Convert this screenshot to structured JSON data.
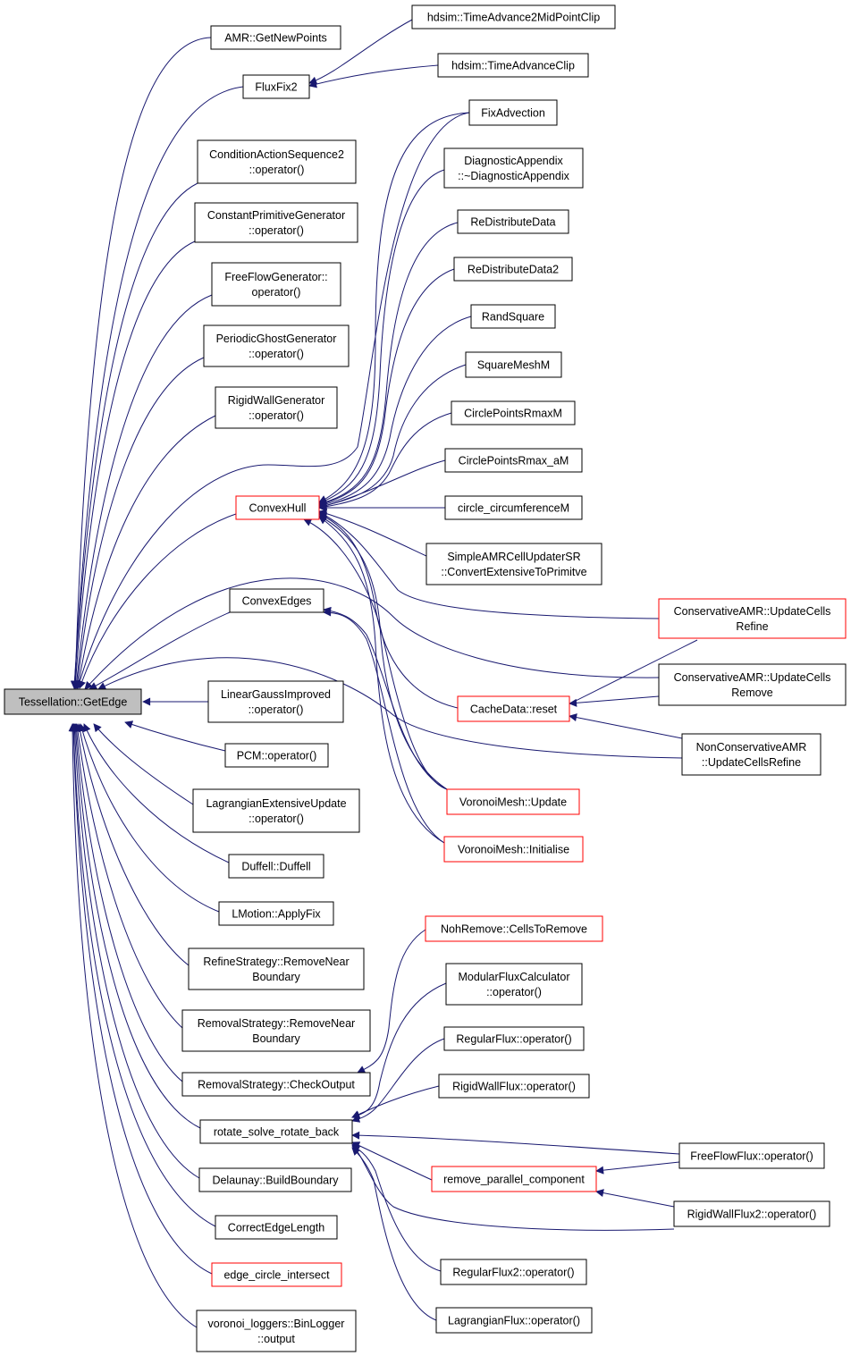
{
  "diagram": {
    "root": {
      "id": "getedge",
      "lines": [
        "Tessellation::GetEdge"
      ]
    },
    "nodes": [
      {
        "id": "getnewpoints",
        "lines": [
          "AMR::GetNewPoints"
        ]
      },
      {
        "id": "fluxfix2",
        "lines": [
          "FluxFix2"
        ]
      },
      {
        "id": "midpointclip",
        "lines": [
          "hdsim::TimeAdvance2MidPointClip"
        ]
      },
      {
        "id": "timeadvclip",
        "lines": [
          "hdsim::TimeAdvanceClip"
        ]
      },
      {
        "id": "condaction",
        "lines": [
          "ConditionActionSequence2",
          "::operator()"
        ]
      },
      {
        "id": "constprim",
        "lines": [
          "ConstantPrimitiveGenerator",
          "::operator()"
        ]
      },
      {
        "id": "freeflowgen",
        "lines": [
          "FreeFlowGenerator::",
          "operator()"
        ]
      },
      {
        "id": "periodicghost",
        "lines": [
          "PeriodicGhostGenerator",
          "::operator()"
        ]
      },
      {
        "id": "rigidwallgen",
        "lines": [
          "RigidWallGenerator",
          "::operator()"
        ]
      },
      {
        "id": "convexhull",
        "lines": [
          "ConvexHull"
        ],
        "incomplete": true
      },
      {
        "id": "convexedges",
        "lines": [
          "ConvexEdges"
        ]
      },
      {
        "id": "lineargauss",
        "lines": [
          "LinearGaussImproved",
          "::operator()"
        ]
      },
      {
        "id": "pcm",
        "lines": [
          "PCM::operator()"
        ]
      },
      {
        "id": "lagext",
        "lines": [
          "LagrangianExtensiveUpdate",
          "::operator()"
        ]
      },
      {
        "id": "duffell",
        "lines": [
          "Duffell::Duffell"
        ]
      },
      {
        "id": "lmotion",
        "lines": [
          "LMotion::ApplyFix"
        ]
      },
      {
        "id": "refinestrat",
        "lines": [
          "RefineStrategy::RemoveNear",
          "Boundary"
        ]
      },
      {
        "id": "removalnear",
        "lines": [
          "RemovalStrategy::RemoveNear",
          "Boundary"
        ]
      },
      {
        "id": "checkoutput",
        "lines": [
          "RemovalStrategy::CheckOutput"
        ]
      },
      {
        "id": "rotate",
        "lines": [
          "rotate_solve_rotate_back"
        ]
      },
      {
        "id": "delaunay",
        "lines": [
          "Delaunay::BuildBoundary"
        ]
      },
      {
        "id": "correctedge",
        "lines": [
          "CorrectEdgeLength"
        ]
      },
      {
        "id": "edgecircle",
        "lines": [
          "edge_circle_intersect"
        ],
        "incomplete": true
      },
      {
        "id": "binlogger",
        "lines": [
          "voronoi_loggers::BinLogger",
          "::output"
        ]
      },
      {
        "id": "fixadvection",
        "lines": [
          "FixAdvection"
        ]
      },
      {
        "id": "diagnostic",
        "lines": [
          "DiagnosticAppendix",
          "::~DiagnosticAppendix"
        ]
      },
      {
        "id": "redistribute",
        "lines": [
          "ReDistributeData"
        ]
      },
      {
        "id": "redistribute2",
        "lines": [
          "ReDistributeData2"
        ]
      },
      {
        "id": "randsquare",
        "lines": [
          "RandSquare"
        ]
      },
      {
        "id": "squaremesh",
        "lines": [
          "SquareMeshM"
        ]
      },
      {
        "id": "circlermax",
        "lines": [
          "CirclePointsRmaxM"
        ]
      },
      {
        "id": "circlermaxa",
        "lines": [
          "CirclePointsRmax_aM"
        ]
      },
      {
        "id": "circlecirc",
        "lines": [
          "circle_circumferenceM"
        ]
      },
      {
        "id": "simpleamr",
        "lines": [
          "SimpleAMRCellUpdaterSR",
          "::ConvertExtensiveToPrimitve"
        ]
      },
      {
        "id": "consrefine",
        "lines": [
          "ConservativeAMR::UpdateCells",
          "Refine"
        ],
        "incomplete": true
      },
      {
        "id": "consremove",
        "lines": [
          "ConservativeAMR::UpdateCells",
          "Remove"
        ]
      },
      {
        "id": "cachereset",
        "lines": [
          "CacheData::reset"
        ],
        "incomplete": true
      },
      {
        "id": "nonconsrefine",
        "lines": [
          "NonConservativeAMR",
          "::UpdateCellsRefine"
        ]
      },
      {
        "id": "voronoiupdate",
        "lines": [
          "VoronoiMesh::Update"
        ],
        "incomplete": true
      },
      {
        "id": "voronoiinit",
        "lines": [
          "VoronoiMesh::Initialise"
        ],
        "incomplete": true
      },
      {
        "id": "nohremove",
        "lines": [
          "NohRemove::CellsToRemove"
        ],
        "incomplete": true
      },
      {
        "id": "modularflux",
        "lines": [
          "ModularFluxCalculator",
          "::operator()"
        ]
      },
      {
        "id": "regularflux",
        "lines": [
          "RegularFlux::operator()"
        ]
      },
      {
        "id": "rigidwallflux",
        "lines": [
          "RigidWallFlux::operator()"
        ]
      },
      {
        "id": "freeflowflux",
        "lines": [
          "FreeFlowFlux::operator()"
        ]
      },
      {
        "id": "removeparallel",
        "lines": [
          "remove_parallel_component"
        ],
        "incomplete": true
      },
      {
        "id": "rigidwallflux2",
        "lines": [
          "RigidWallFlux2::operator()"
        ]
      },
      {
        "id": "regularflux2",
        "lines": [
          "RegularFlux2::operator()"
        ]
      },
      {
        "id": "lagrangianflux",
        "lines": [
          "LagrangianFlux::operator()"
        ]
      }
    ],
    "colors": {
      "edge": "#191970",
      "root_fill": "#bfbfbf",
      "incomplete_border": "#ff0000",
      "border": "#000000"
    }
  }
}
